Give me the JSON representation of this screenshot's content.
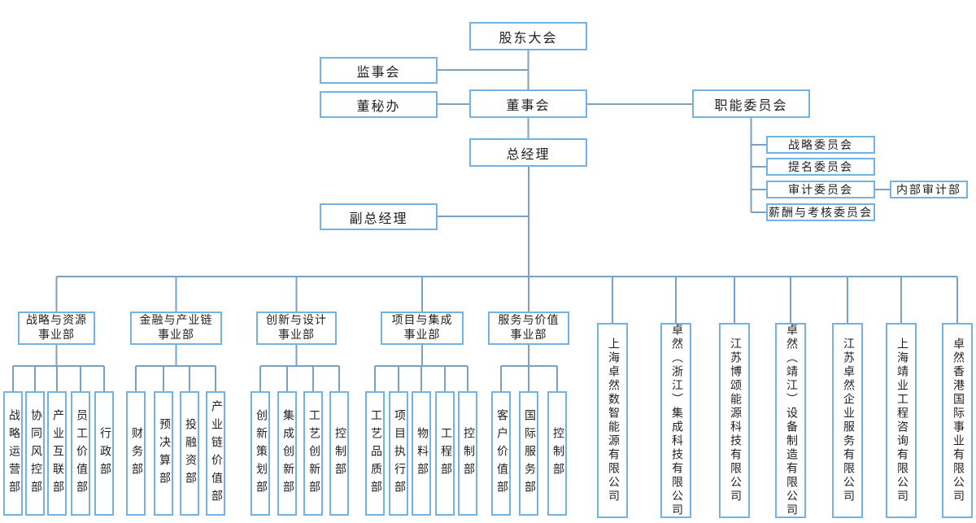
{
  "colors": {
    "box_border": "#74b2e2",
    "connector": "#7ba0c0",
    "text": "#1f1f1f",
    "background": "#ffffff"
  },
  "governance": {
    "shareholders_meeting": "股东大会",
    "supervisory_board": "监事会",
    "board_secretary_office": "董秘办",
    "board_of_directors": "董事会",
    "functional_committees": "职能委员会",
    "general_manager": "总经理",
    "deputy_general_manager": "副总经理",
    "internal_audit_dept": "内部审计部",
    "committees": [
      "战略委员会",
      "提名委员会",
      "审计委员会",
      "薪酬与考核委员会"
    ]
  },
  "divisions": [
    {
      "lines": [
        "战略与资源",
        "事业部"
      ],
      "departments": [
        "战略运营部",
        "协同风控部",
        "产业互联部",
        "员工价值部",
        "行政部"
      ]
    },
    {
      "lines": [
        "金融与产业链",
        "事业部"
      ],
      "departments": [
        "财务部",
        "预决算部",
        "投融资部",
        "产业链价值部"
      ]
    },
    {
      "lines": [
        "创新与设计",
        "事业部"
      ],
      "departments": [
        "创新策划部",
        "集成创新部",
        "工艺创新部",
        "控制部"
      ]
    },
    {
      "lines": [
        "项目与集成",
        "事业部"
      ],
      "departments": [
        "工艺品质部",
        "项目执行部",
        "物料部",
        "工程部",
        "控制部"
      ]
    },
    {
      "lines": [
        "服务与价值",
        "事业部"
      ],
      "departments": [
        "客户价值部",
        "国际服务部",
        "控制部"
      ]
    }
  ],
  "subsidiaries": [
    "上海卓然数智能源有限公司",
    "卓然（浙江）集成科技有限公司",
    "江苏博颂能源科技有限公司",
    "卓然（靖江）设备制造有限公司",
    "江苏卓然企业服务有限公司",
    "上海靖业工程咨询有限公司",
    "卓然香港国际事业有限公司"
  ]
}
